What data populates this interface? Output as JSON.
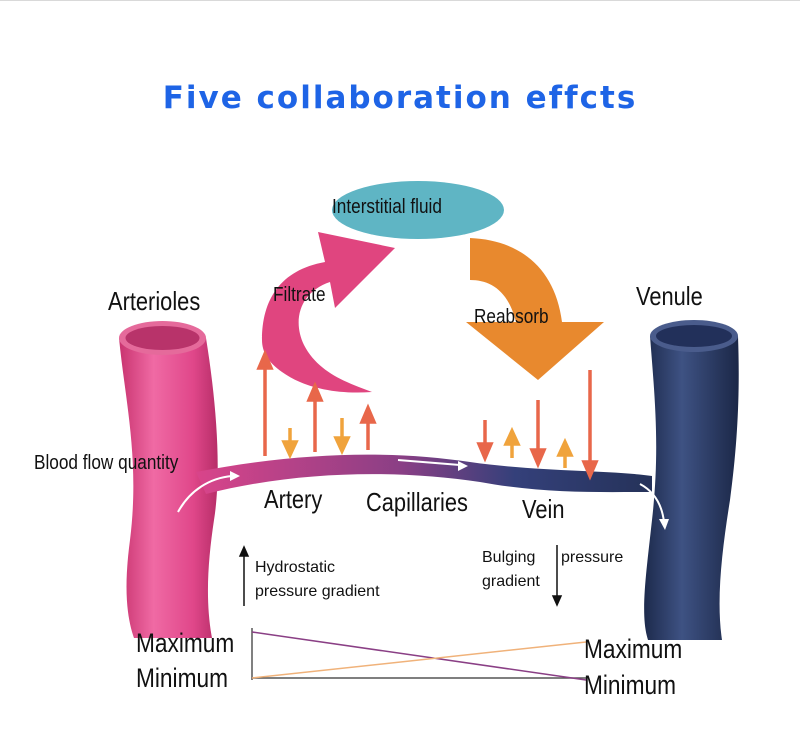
{
  "title": "Five collaboration effcts",
  "labels": {
    "interstitial_fluid": "Interstitial fluid",
    "filtrate": "Filtrate",
    "reabsorb": "Reabsorb",
    "arterioles": "Arterioles",
    "venule": "Venule",
    "blood_flow_quantity": "Blood flow quantity",
    "artery": "Artery",
    "capillaries": "Capillaries",
    "vein": "Vein",
    "hydrostatic_line1": "Hydrostatic",
    "hydrostatic_line2": "pressure gradient",
    "bulging_word": "Bulging",
    "pressure_word": "pressure",
    "gradient_word": "gradient",
    "left_maximum": "Maximum",
    "left_minimum": "Minimum",
    "right_maximum": "Maximum",
    "right_minimum": "Minimum"
  },
  "colors": {
    "title": "#1e64e6",
    "arteriole": "#e0478a",
    "venule": "#2a3a62",
    "filtrate_arrow": "#e0457f",
    "reabsorb_arrow": "#e8892e",
    "interstitial_fluid": "#5fb5c4",
    "out_arrow": "#e8674a",
    "in_arrow": "#f0a33c"
  },
  "icons": [
    "filtrate-arrow-icon",
    "reabsorb-arrow-icon",
    "flow-arrow-icon",
    "up-arrow-icon",
    "down-arrow-icon"
  ]
}
